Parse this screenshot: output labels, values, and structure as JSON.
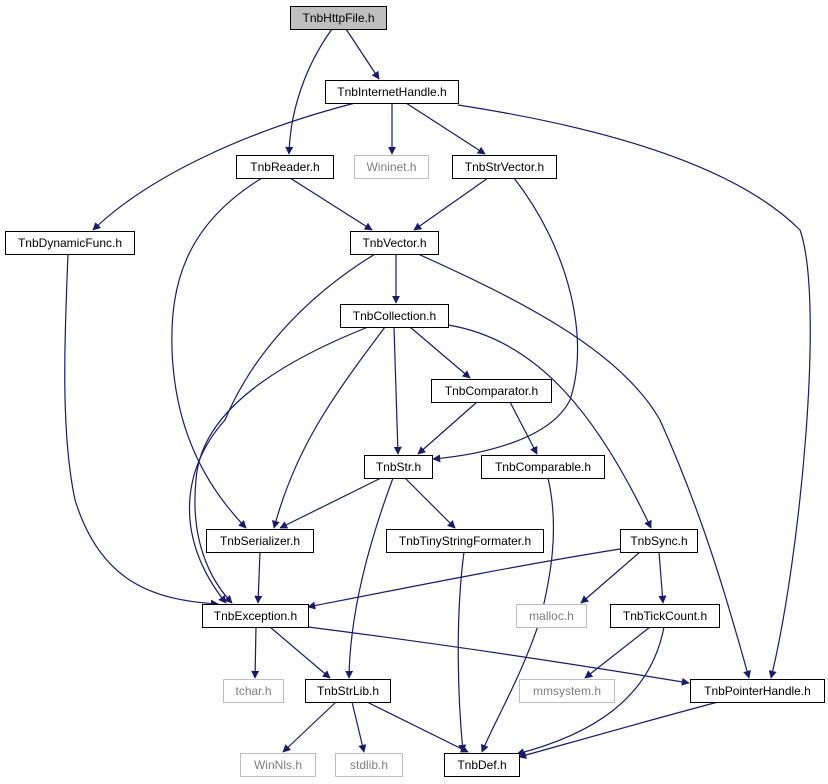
{
  "diagram": {
    "colors": {
      "edge": "#191970",
      "node_border": "#000000",
      "external_border": "#bfbfbf",
      "external_text": "#7f7f7f",
      "root_fill": "#bfbfbf",
      "node_fill": "#ffffff"
    },
    "nodes": [
      {
        "id": "httpfile",
        "label": "TnbHttpFile.h",
        "kind": "root"
      },
      {
        "id": "internethandle",
        "label": "TnbInternetHandle.h",
        "kind": "normal"
      },
      {
        "id": "reader",
        "label": "TnbReader.h",
        "kind": "normal"
      },
      {
        "id": "wininet",
        "label": "Wininet.h",
        "kind": "external"
      },
      {
        "id": "strvector",
        "label": "TnbStrVector.h",
        "kind": "normal"
      },
      {
        "id": "dynamicfunc",
        "label": "TnbDynamicFunc.h",
        "kind": "normal"
      },
      {
        "id": "vector",
        "label": "TnbVector.h",
        "kind": "normal"
      },
      {
        "id": "collection",
        "label": "TnbCollection.h",
        "kind": "normal"
      },
      {
        "id": "comparator",
        "label": "TnbComparator.h",
        "kind": "normal"
      },
      {
        "id": "str",
        "label": "TnbStr.h",
        "kind": "normal"
      },
      {
        "id": "comparable",
        "label": "TnbComparable.h",
        "kind": "normal"
      },
      {
        "id": "serializer",
        "label": "TnbSerializer.h",
        "kind": "normal"
      },
      {
        "id": "tinystringformater",
        "label": "TnbTinyStringFormater.h",
        "kind": "normal"
      },
      {
        "id": "sync",
        "label": "TnbSync.h",
        "kind": "normal"
      },
      {
        "id": "exception",
        "label": "TnbException.h",
        "kind": "normal"
      },
      {
        "id": "malloc",
        "label": "malloc.h",
        "kind": "external"
      },
      {
        "id": "tickcount",
        "label": "TnbTickCount.h",
        "kind": "normal"
      },
      {
        "id": "tchar",
        "label": "tchar.h",
        "kind": "external"
      },
      {
        "id": "strlib",
        "label": "TnbStrLib.h",
        "kind": "normal"
      },
      {
        "id": "mmsystem",
        "label": "mmsystem.h",
        "kind": "external"
      },
      {
        "id": "pointerhandle",
        "label": "TnbPointerHandle.h",
        "kind": "normal"
      },
      {
        "id": "winnls",
        "label": "WinNls.h",
        "kind": "external"
      },
      {
        "id": "stdlib",
        "label": "stdlib.h",
        "kind": "external"
      },
      {
        "id": "def",
        "label": "TnbDef.h",
        "kind": "normal"
      }
    ],
    "edges": [
      [
        "httpfile",
        "internethandle"
      ],
      [
        "httpfile",
        "reader"
      ],
      [
        "internethandle",
        "wininet"
      ],
      [
        "internethandle",
        "strvector"
      ],
      [
        "internethandle",
        "dynamicfunc"
      ],
      [
        "internethandle",
        "pointerhandle"
      ],
      [
        "reader",
        "vector"
      ],
      [
        "reader",
        "serializer"
      ],
      [
        "strvector",
        "vector"
      ],
      [
        "strvector",
        "str"
      ],
      [
        "dynamicfunc",
        "exception"
      ],
      [
        "vector",
        "collection"
      ],
      [
        "vector",
        "exception"
      ],
      [
        "vector",
        "pointerhandle"
      ],
      [
        "collection",
        "comparator"
      ],
      [
        "collection",
        "str"
      ],
      [
        "collection",
        "serializer"
      ],
      [
        "collection",
        "exception"
      ],
      [
        "collection",
        "sync"
      ],
      [
        "comparator",
        "str"
      ],
      [
        "comparator",
        "comparable"
      ],
      [
        "str",
        "serializer"
      ],
      [
        "str",
        "tinystringformater"
      ],
      [
        "str",
        "strlib"
      ],
      [
        "comparable",
        "def"
      ],
      [
        "serializer",
        "exception"
      ],
      [
        "tinystringformater",
        "def"
      ],
      [
        "sync",
        "exception"
      ],
      [
        "sync",
        "malloc"
      ],
      [
        "sync",
        "tickcount"
      ],
      [
        "exception",
        "tchar"
      ],
      [
        "exception",
        "strlib"
      ],
      [
        "exception",
        "pointerhandle"
      ],
      [
        "tickcount",
        "mmsystem"
      ],
      [
        "tickcount",
        "def"
      ],
      [
        "strlib",
        "winnls"
      ],
      [
        "strlib",
        "stdlib"
      ],
      [
        "strlib",
        "def"
      ],
      [
        "pointerhandle",
        "def"
      ]
    ]
  }
}
